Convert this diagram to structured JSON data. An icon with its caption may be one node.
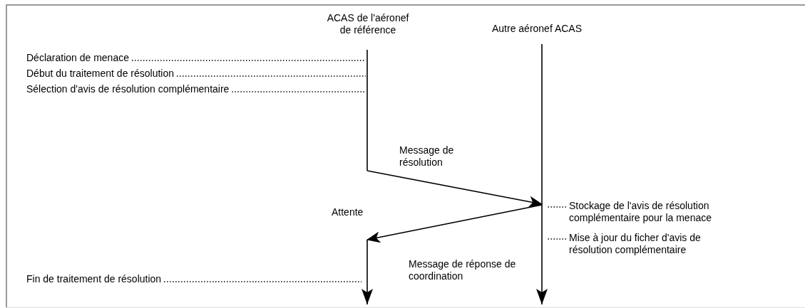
{
  "diagram": {
    "nodes": [
      {
        "text": [
          "ACAS de l'aéronef de référence"
        ]
      },
      {
        "text": [
          "Autre aéronef ACAS"
        ]
      },
      {
        "text": [
          "Déclaration de menace"
        ]
      },
      {
        "text": [
          "Début du traitement de résolution"
        ]
      },
      {
        "text": [
          "Sélection d'avis de résolution complémentaire"
        ]
      },
      {
        "text": [],
        "shape": "line"
      },
      {
        "text": [],
        "shape": "line"
      },
      {
        "text": [
          "Stockage de l'avis de résolution complémentaire pour la menace"
        ]
      },
      {
        "text": [
          "Mise à jour du ficher d'avis de résolution complémentaire"
        ]
      },
      {
        "text": [],
        "shape": "line"
      },
      {
        "text": [
          "Fin de traitement de résolution"
        ]
      }
    ],
    "edges": [
      {
        "from": 5,
        "to": 6,
        "arrow": "to",
        "label": "Message de résolution"
      },
      {
        "from": 6,
        "to": 9,
        "arrow": "to",
        "label": "Message de réponse de coordination"
      },
      {
        "from": 2,
        "to": 5,
        "arrow": "none",
        "style": "dashed"
      },
      {
        "from": 3,
        "to": 5,
        "arrow": "none",
        "style": "dashed"
      },
      {
        "from": 4,
        "to": 5,
        "arrow": "none",
        "style": "dashed"
      },
      {
        "from": 7,
        "to": 6,
        "arrow": "none",
        "style": "dashed"
      },
      {
        "from": 8,
        "to": 6,
        "arrow": "none",
        "style": "dashed"
      },
      {
        "from": 10,
        "to": 9,
        "arrow": "none",
        "style": "dashed"
      }
    ],
    "labels": [
      "Attente"
    ]
  }
}
